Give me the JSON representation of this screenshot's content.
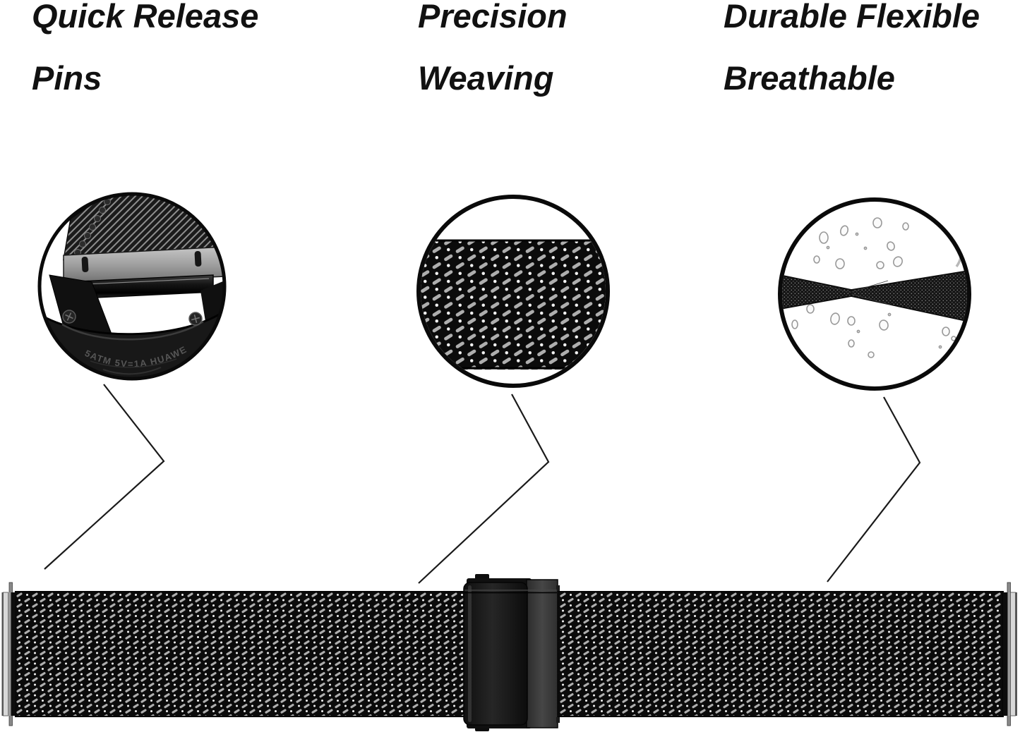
{
  "page": {
    "type": "product-feature-infographic",
    "background": "#ffffff"
  },
  "features": [
    {
      "id": "quick-release-pins",
      "title_line1": "Quick Release",
      "title_line2": "Pins",
      "figure": "watch-caseback-lug-closeup-icon"
    },
    {
      "id": "precision-weaving",
      "title_line1": "Precision",
      "title_line2": "Weaving",
      "figure": "milanese-mesh-weave-closeup-icon"
    },
    {
      "id": "durable-flexible-breathable",
      "title_line1": "Durable Flexible",
      "title_line2": "Breathable",
      "figure": "twisted-band-water-drops-closeup-icon"
    }
  ],
  "engraving_text": "5ATM 5V=1A HUAWE",
  "colors": {
    "background": "#ffffff",
    "heading_text": "#111111",
    "leader_line": "#1a1a1a",
    "circle_ring": "#0a0a0a",
    "mesh_base": "#0b0b0b",
    "mesh_highlight": "#aeaeae",
    "mesh_dot": "#f0f0f0",
    "engraving": "#565656"
  }
}
